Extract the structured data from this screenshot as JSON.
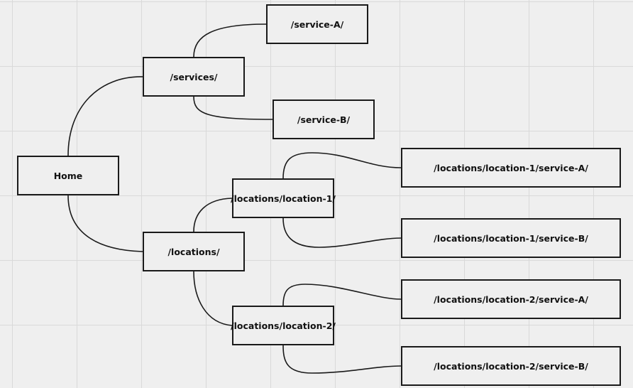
{
  "sitemap": {
    "nodes": {
      "home": "Home",
      "services": "/services/",
      "service_a": "/service-A/",
      "service_b": "/service-B/",
      "locations": "/locations/",
      "location_1": "/locations/location-1/",
      "location_2": "/locations/location-2/",
      "location_1_service_a": "/locations/location-1/service-A/",
      "location_1_service_b": "/locations/location-1/service-B/",
      "location_2_service_a": "/locations/location-2/service-A/",
      "location_2_service_b": "/locations/location-2/service-B/"
    },
    "edges": [
      [
        "home",
        "services"
      ],
      [
        "home",
        "locations"
      ],
      [
        "services",
        "service_a"
      ],
      [
        "services",
        "service_b"
      ],
      [
        "locations",
        "location_1"
      ],
      [
        "locations",
        "location_2"
      ],
      [
        "location_1",
        "location_1_service_a"
      ],
      [
        "location_1",
        "location_1_service_b"
      ],
      [
        "location_2",
        "location_2_service_a"
      ],
      [
        "location_2",
        "location_2_service_b"
      ]
    ]
  },
  "colors": {
    "background": "#efefef",
    "grid": "#d9d9d9",
    "stroke": "#1a1a1a"
  }
}
